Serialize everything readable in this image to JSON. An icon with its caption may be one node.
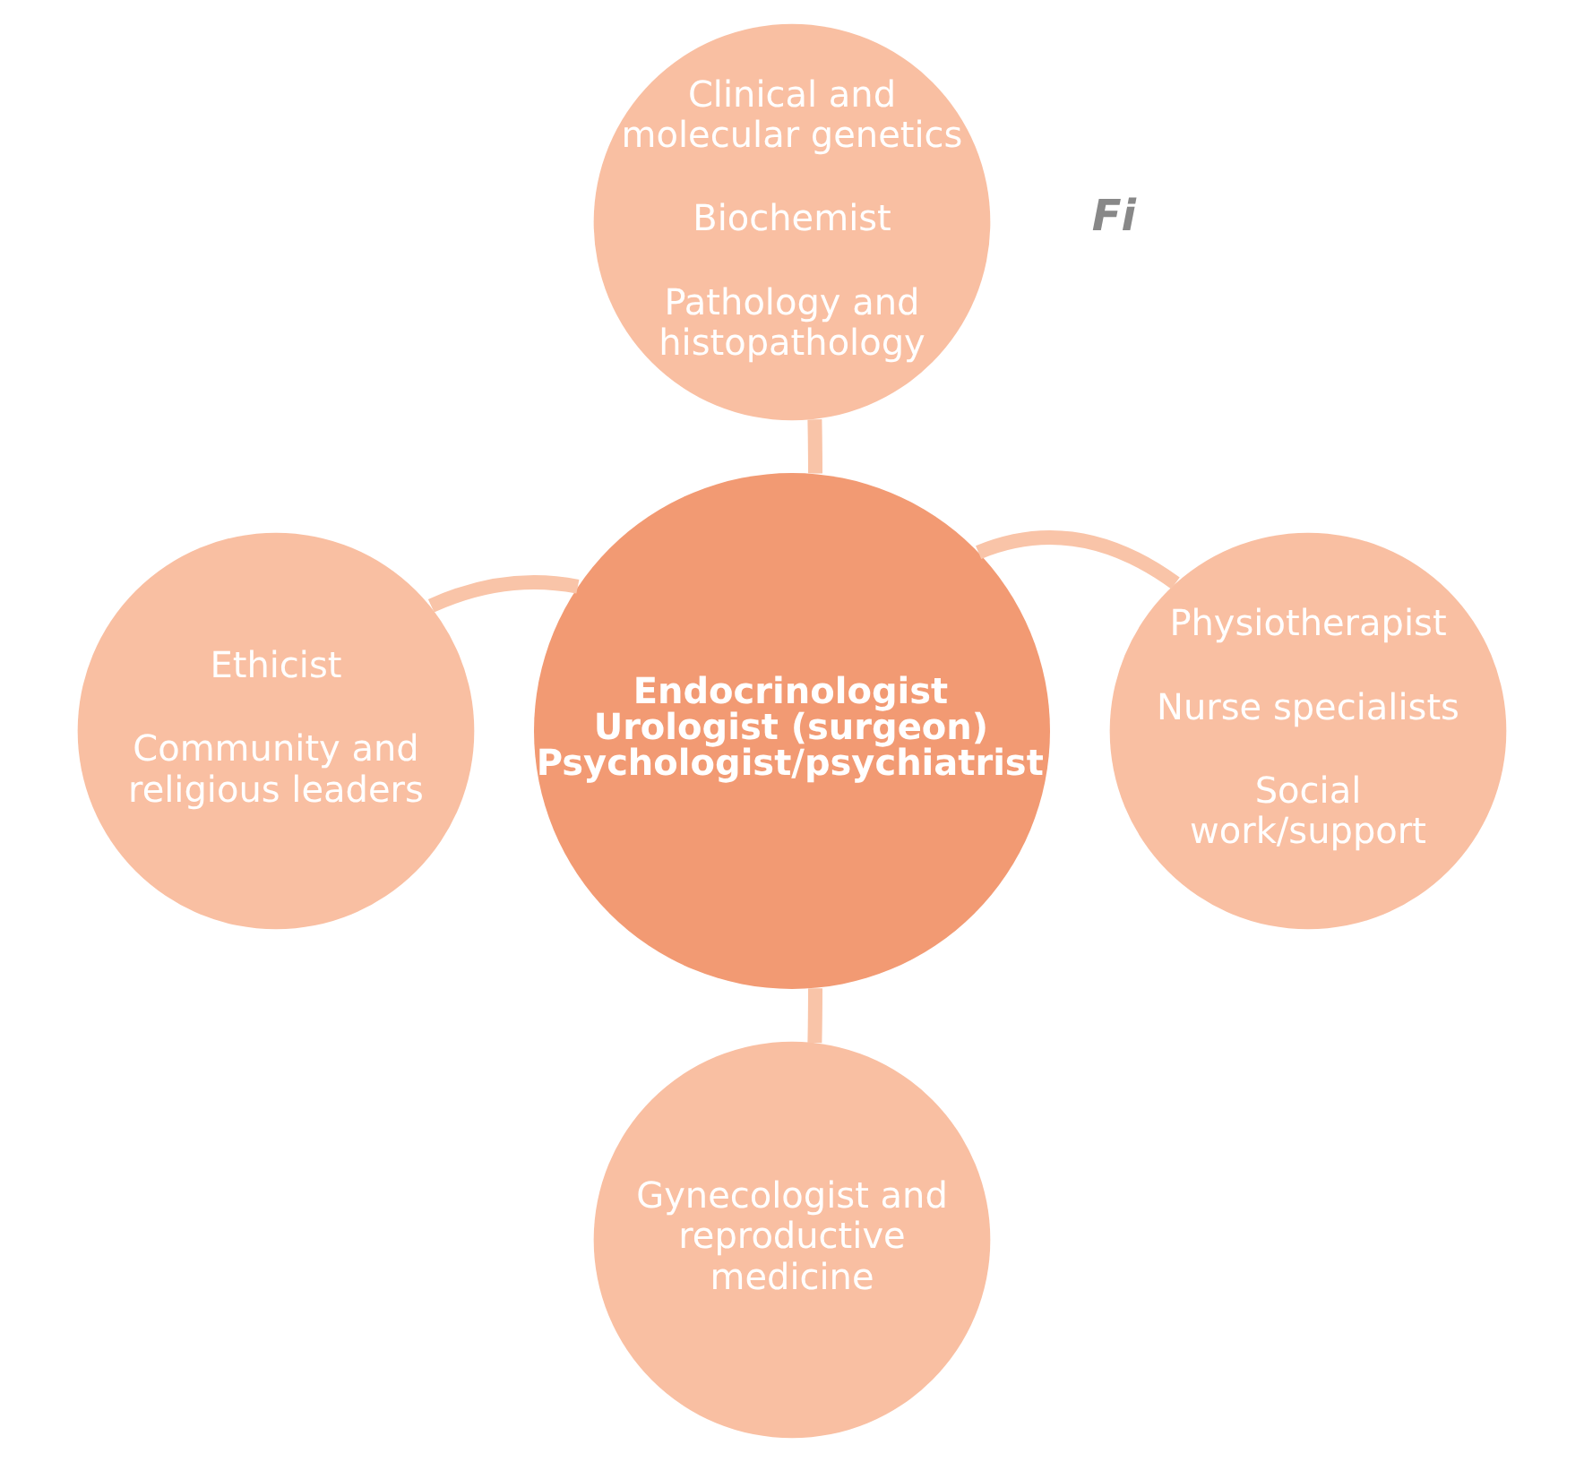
{
  "diagram": {
    "nodes": [
      {
        "text": [
          "Endocrinologist",
          "Urologist (surgeon)",
          "Psychologist/psychiatrist"
        ]
      },
      {
        "text": [
          "Clinical and molecular genetics",
          "Biochemist",
          "Pathology and histopathology"
        ]
      },
      {
        "text": [
          "Ethicist",
          "Community and religious leaders"
        ]
      },
      {
        "text": [
          "Physiotherapist",
          "Nurse specialists",
          "Social work/support"
        ]
      },
      {
        "text": [
          "Gynecologist and reproductive medicine"
        ]
      }
    ],
    "edges": [
      {
        "from": 0,
        "to": 1,
        "arrow": "none"
      },
      {
        "from": 0,
        "to": 2,
        "arrow": "none"
      },
      {
        "from": 0,
        "to": 3,
        "arrow": "none"
      },
      {
        "from": 0,
        "to": 4,
        "arrow": "none"
      }
    ],
    "labels": [
      "Fi"
    ]
  }
}
